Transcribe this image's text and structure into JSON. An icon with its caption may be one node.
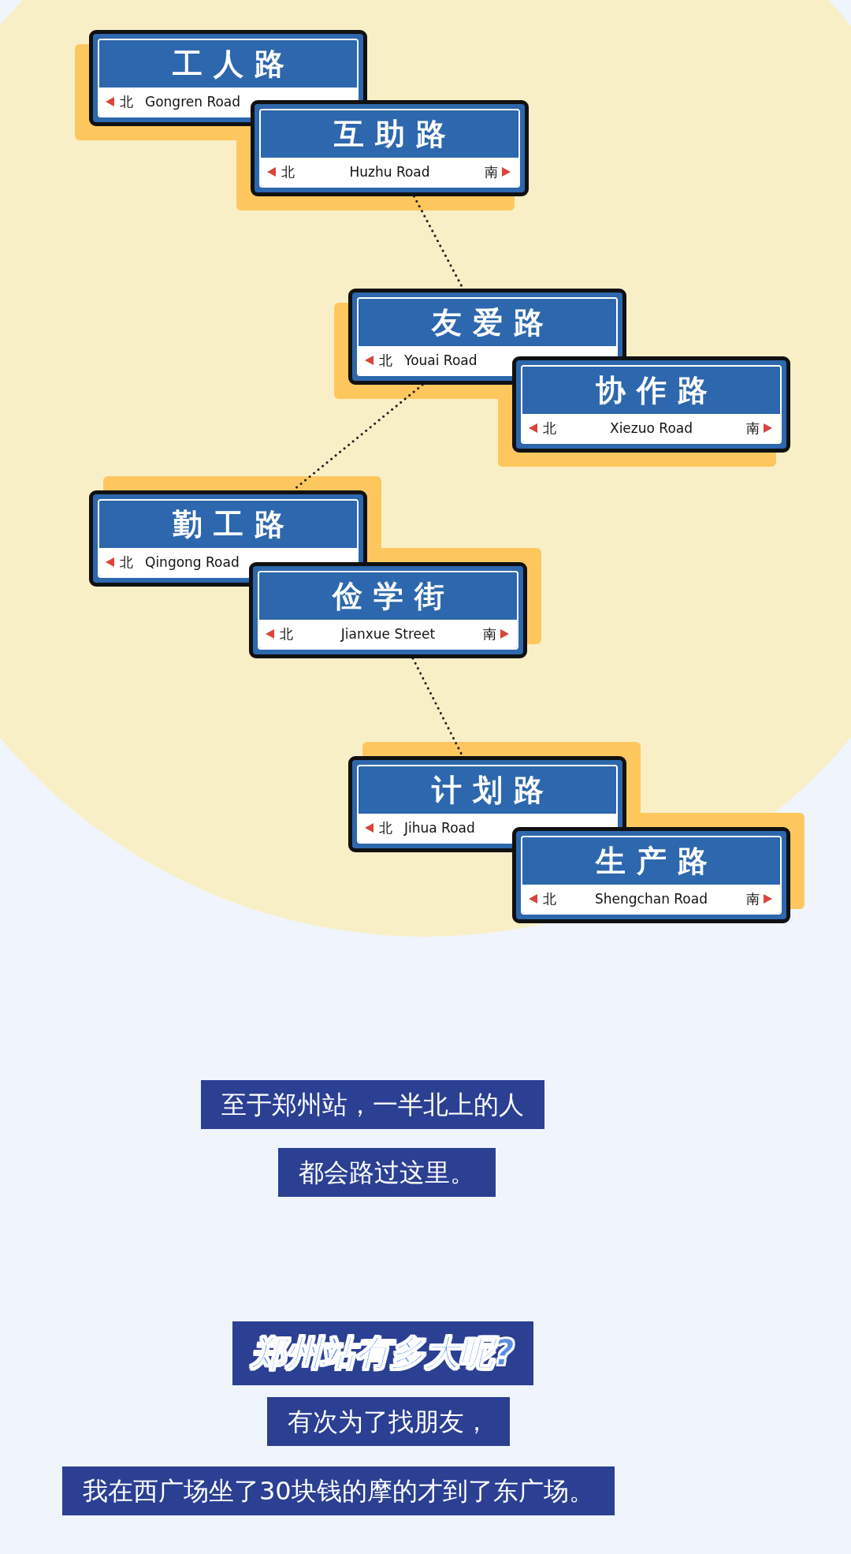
{
  "diagram": {
    "nodes": [
      {
        "text": [
          "工人路",
          "北",
          "Gongren Road"
        ]
      },
      {
        "text": [
          "互助路",
          "北",
          "Huzhu Road",
          "南"
        ]
      },
      {
        "text": [
          "友爱路",
          "北",
          "Youai Road"
        ]
      },
      {
        "text": [
          "协作路",
          "北",
          "Xiezuo Road",
          "南"
        ]
      },
      {
        "text": [
          "勤工路",
          "北",
          "Qingong Road"
        ]
      },
      {
        "text": [
          "俭学街",
          "北",
          "Jianxue Street",
          "南"
        ]
      },
      {
        "text": [
          "计划路",
          "北",
          "Jihua Road"
        ]
      },
      {
        "text": [
          "生产路",
          "北",
          "Shengchan Road",
          "南"
        ]
      }
    ],
    "edges": [
      {
        "from": 1,
        "to": 2,
        "arrow": "none",
        "style": "dashed"
      },
      {
        "from": 2,
        "to": 4,
        "arrow": "none",
        "style": "dashed"
      },
      {
        "from": 5,
        "to": 6,
        "arrow": "none",
        "style": "dashed"
      }
    ],
    "labels": [
      "至于郑州站，一半北上的人",
      "都会路过这里。",
      "郑州站有多大呢?",
      "有次为了找朋友，",
      "我在西广场坐了30块钱的摩的才到了东广场。"
    ]
  }
}
